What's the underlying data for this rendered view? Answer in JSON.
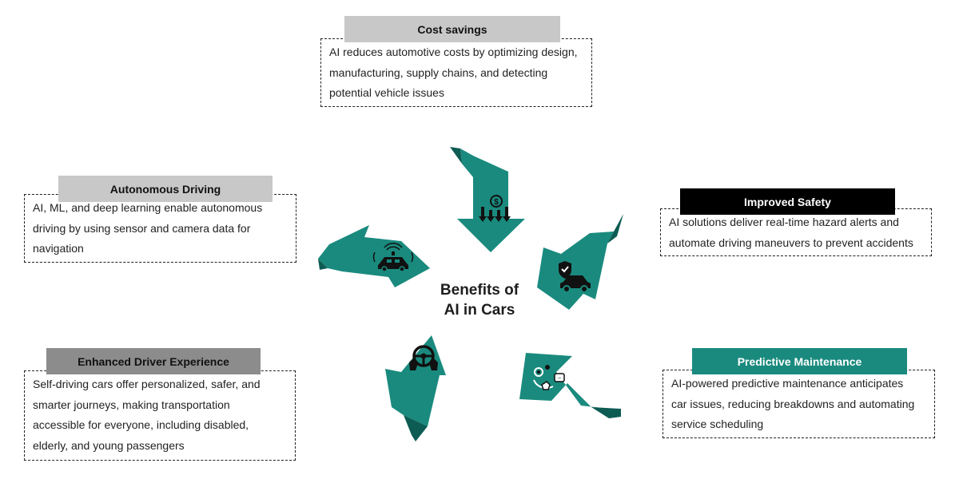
{
  "center": {
    "line1": "Benefits of",
    "line2": "AI in Cars"
  },
  "colors": {
    "arrow": "#1a8a7e",
    "arrow_dark": "#0d5c54",
    "title_gray_light": "#c8c8c8",
    "title_gray_dark": "#8c8c8c",
    "title_black": "#000000",
    "title_teal": "#1a8a7e"
  },
  "cards": {
    "cost_savings": {
      "title": "Cost savings",
      "lines": [
        "AI reduces automotive costs by optimizing design,",
        "manufacturing, supply chains, and detecting",
        "potential vehicle issues"
      ],
      "icon": "dollar-down-arrows-icon"
    },
    "autonomous_driving": {
      "title": "Autonomous Driving",
      "lines": [
        "AI, ML, and deep learning enable autonomous",
        "driving by using sensor and camera data for",
        "navigation"
      ],
      "icon": "sensor-car-icon"
    },
    "improved_safety": {
      "title": "Improved Safety",
      "lines": [
        "AI solutions deliver real-time hazard alerts and",
        "automate driving maneuvers to prevent accidents"
      ],
      "icon": "shield-car-icon"
    },
    "enhanced_driver_experience": {
      "title": "Enhanced Driver Experience",
      "lines": [
        "Self-driving cars offer personalized, safer, and",
        "smarter journeys, making transportation",
        "accessible for everyone, including disabled,",
        "elderly, and young passengers"
      ],
      "icon": "steering-wheel-hands-icon"
    },
    "predictive_maintenance": {
      "title": "Predictive Maintenance",
      "lines": [
        "AI-powered predictive maintenance anticipates",
        "car issues, reducing breakdowns and automating",
        "service scheduling"
      ],
      "icon": "maintenance-cycle-icon"
    }
  }
}
